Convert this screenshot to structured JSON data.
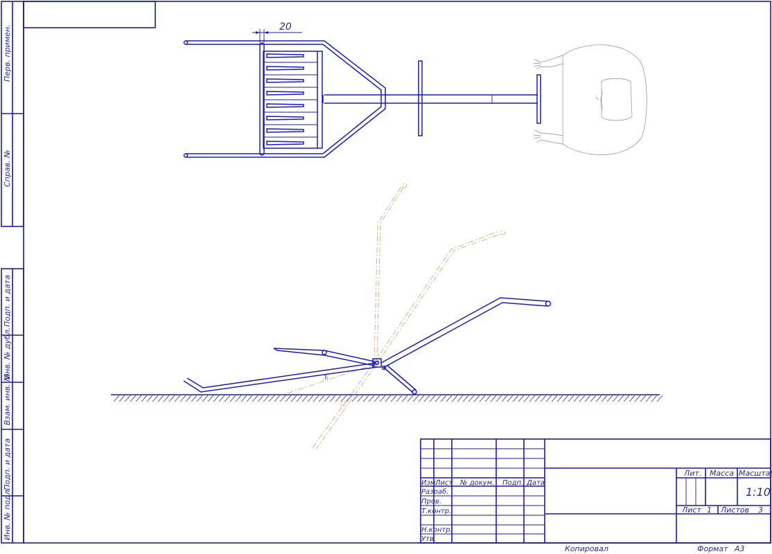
{
  "side_strip": {
    "perv_primen": "Перв. примен.",
    "sprav_no": "Справ. №",
    "podp_data_1": "Подп. и дата",
    "inv_dubl": "Инв. № дубл.",
    "vzam_inv": "Взам. инв. №",
    "podp_data_2": "Подп. и дата",
    "inv_podl": "Инв. № подл."
  },
  "dimension": {
    "value": "20"
  },
  "title_block": {
    "izm": "Изм.",
    "list": "Лист",
    "doc_no": "№ докум.",
    "podp": "Подп.",
    "data": "Дата",
    "razrab": "Разраб.",
    "prov": "Пров.",
    "t_kontr": "Т.контр.",
    "n_kontr": "Н.контр.",
    "utv": "Утв.",
    "lit": "Лит.",
    "massa": "Масса",
    "masshtab": "Масштаб",
    "scale_value": "1:10",
    "sheet_label": "Лист",
    "sheet_value": "1",
    "sheets_label": "Листов",
    "sheets_value": "3"
  },
  "footer": {
    "kopiroval": "Копировал",
    "format_label": "Формат",
    "format_value": "А3"
  },
  "colors": {
    "line": "#1a1ab8",
    "alt_position": "#c8a070",
    "figure": "#8a8a8a"
  }
}
